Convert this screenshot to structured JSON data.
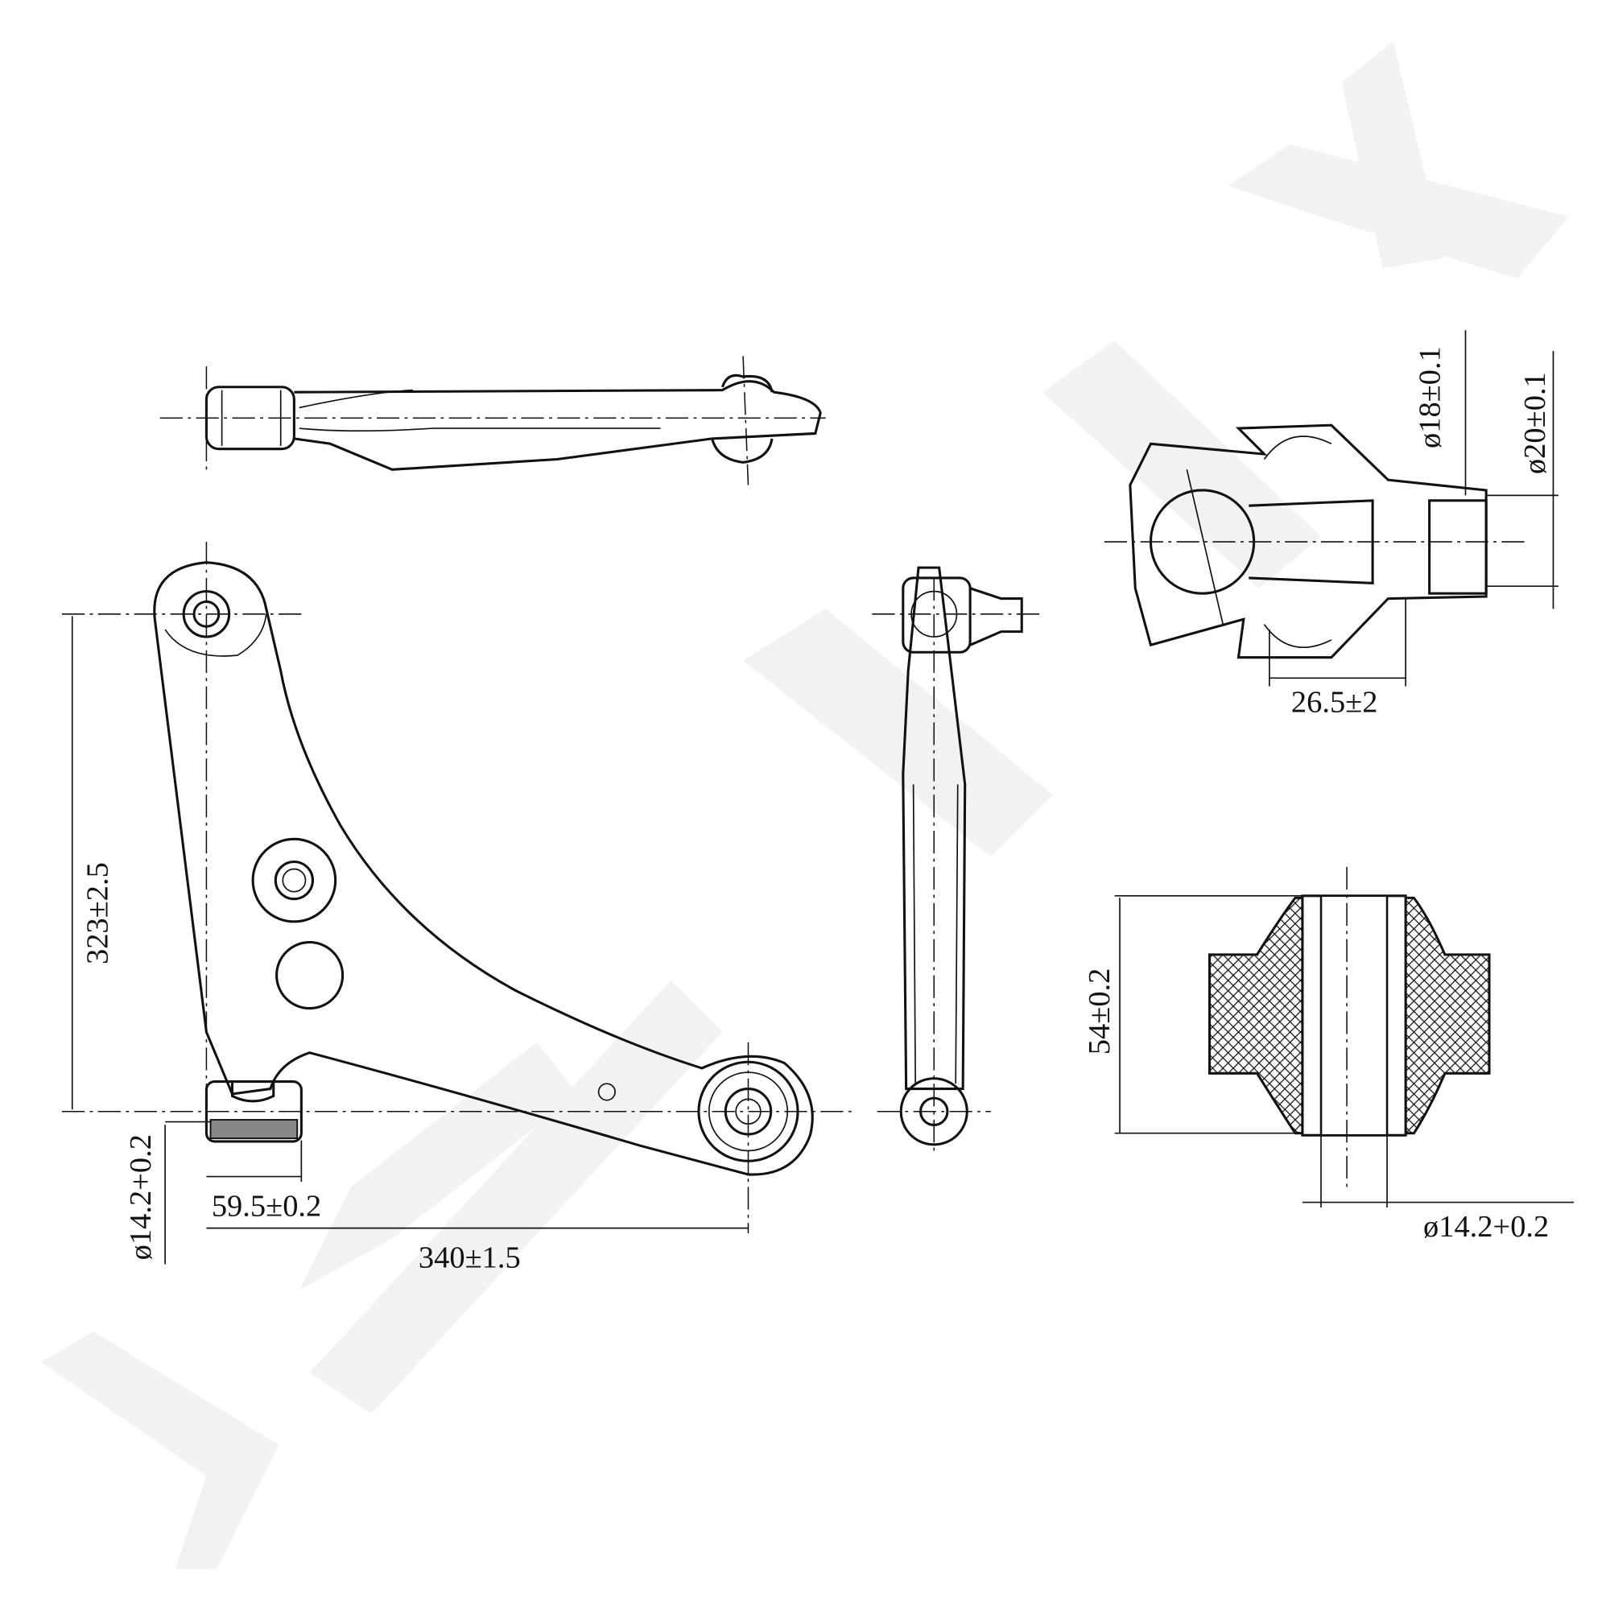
{
  "watermark": "ZENNEK",
  "colors": {
    "line": "#111111",
    "watermark": "#f2f2f2",
    "background": "#ffffff"
  },
  "dimensions": {
    "arm_height": "323±2.5",
    "bushing_diameter_left": "ø14.2+0.2",
    "bushing_width": "59.5±0.2",
    "arm_length": "340±1.5",
    "ball_joint_d18": "ø18±0.1",
    "ball_joint_d20": "ø20±0.1",
    "ball_joint_offset": "26.5±2",
    "bushing_length": "54±0.2",
    "bushing_diameter_right": "ø14.2+0.2"
  }
}
